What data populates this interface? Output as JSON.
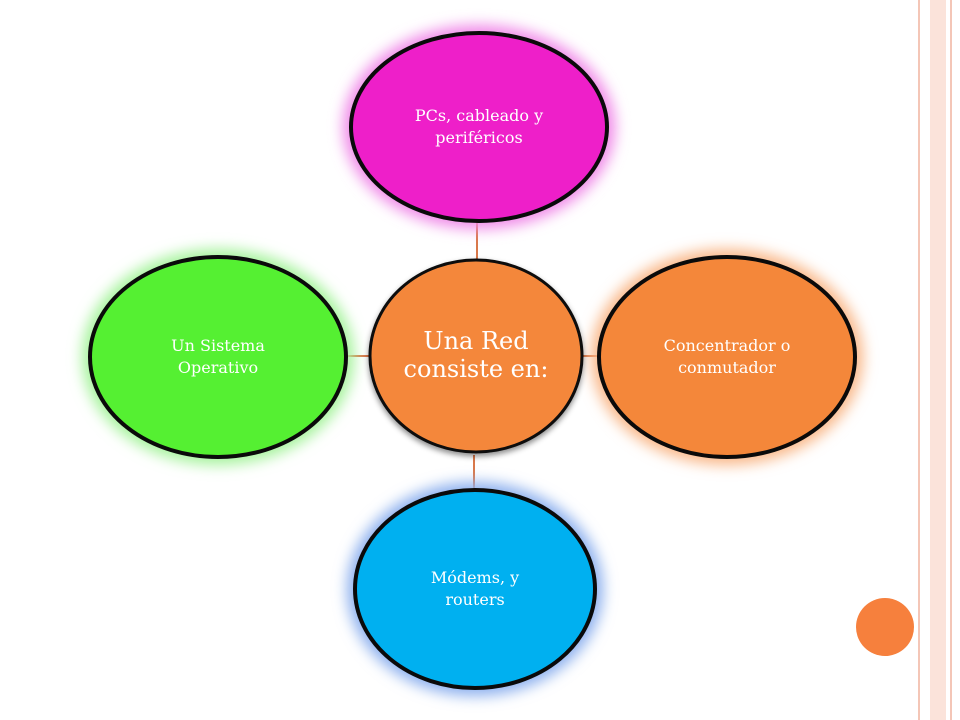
{
  "diagram": {
    "center": {
      "label": "Una Red consiste en:",
      "color": "#f4873a"
    },
    "nodes": [
      {
        "id": "top",
        "label": "PCs, cableado y periféricos",
        "color": "#ee1fc9",
        "glow": "#f08ae8"
      },
      {
        "id": "right",
        "label": "Concentrador o conmutador",
        "color": "#f4873a",
        "glow": "#f9b889"
      },
      {
        "id": "bottom",
        "label": "Módems, y routers",
        "color": "#00b0f0",
        "glow": "#8db0ee"
      },
      {
        "id": "left",
        "label": "Un Sistema Operativo",
        "color": "#55f032",
        "glow": "#a6f39c"
      }
    ],
    "connector_color": "#d9784a",
    "outline_color": "#0a0a0a"
  }
}
